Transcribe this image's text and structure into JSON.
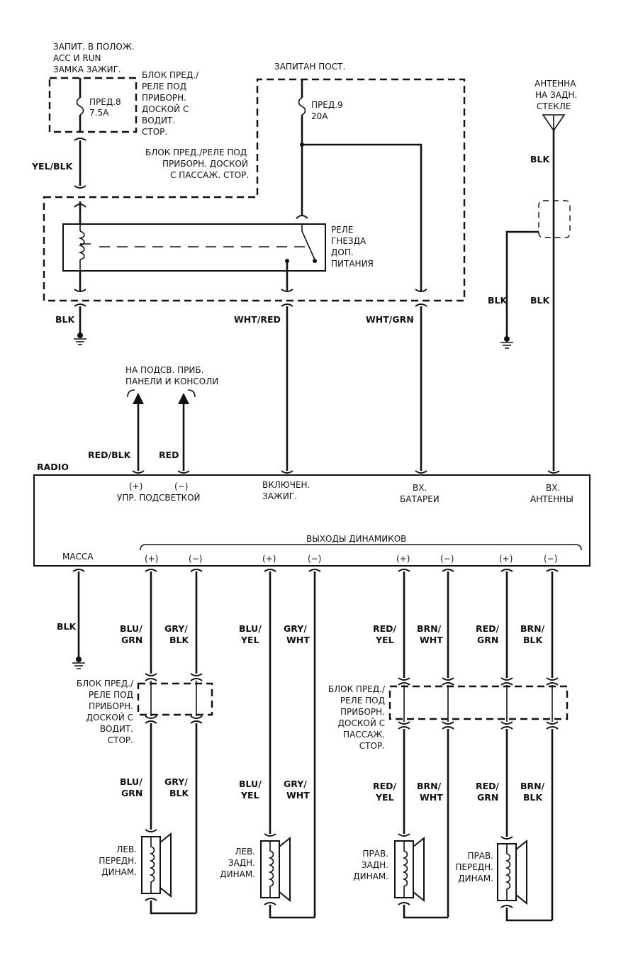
{
  "labels": {
    "top_left_power": [
      "ЗАПИТ. В ПОЛОЖ.",
      "ACC И RUN",
      "ЗАМКА ЗАЖИГ."
    ],
    "fuse8": [
      "ПРЕД.8",
      "7.5A"
    ],
    "fuse_box_driver_top": [
      "БЛОК ПРЕД./",
      "РЕЛЕ ПОД",
      "ПРИБОРН.",
      "ДОСКОЙ С",
      "ВОДИТ.",
      "СТОР."
    ],
    "constant_power": "ЗАПИТАН ПОСТ.",
    "fuse9": [
      "ПРЕД.9",
      "20A"
    ],
    "fuse_box_pass_top": [
      "БЛОК ПРЕД./РЕЛЕ ПОД",
      "ПРИБОРН. ДОСКОЙ",
      "С ПАССАЖ. СТОР."
    ],
    "relay": [
      "РЕЛЕ",
      "ГНЕЗДА",
      "ДОП.",
      "ПИТАНИЯ"
    ],
    "antenna": [
      "АНТЕННА",
      "НА ЗАДН.",
      "СТЕКЛЕ"
    ],
    "illumination": [
      "НА ПОДСВ. ПРИБ.",
      "ПАНЕЛИ И КОНСОЛИ"
    ],
    "radio_title": "RADIO",
    "plus": "(+)",
    "minus": "(−)",
    "illum_control": "УПР. ПОДСВЕТКОЙ",
    "ignition_on": [
      "ВКЛЮЧЕН.",
      "ЗАЖИГ."
    ],
    "battery_in": [
      "ВХ.",
      "БАТАРЕИ"
    ],
    "antenna_in": [
      "ВХ.",
      "АНТЕННЫ"
    ],
    "speaker_outputs": "ВЫХОДЫ ДИНАМИКОВ",
    "ground": "МАССА",
    "fuse_box_driver_bottom": [
      "БЛОК ПРЕД./",
      "РЕЛЕ ПОД",
      "ПРИБОРН.",
      "ДОСКОЙ С",
      "ВОДИТ.",
      "СТОР."
    ],
    "fuse_box_pass_bottom": [
      "БЛОК ПРЕД./",
      "РЕЛЕ ПОД",
      "ПРИБОРН.",
      "ДОСКОЙ С",
      "ПАССАЖ.",
      "СТОР."
    ],
    "spk_lf": [
      "ЛЕВ.",
      "ПЕРЕДН.",
      "ДИНАМ."
    ],
    "spk_lr": [
      "ЛЕВ.",
      "ЗАДН.",
      "ДИНАМ."
    ],
    "spk_rr": [
      "ПРАВ.",
      "ЗАДН.",
      "ДИНАМ."
    ],
    "spk_rf": [
      "ПРАВ.",
      "ПЕРЕДН.",
      "ДИНАМ."
    ]
  },
  "wires": {
    "yel_blk": "YEL/BLK",
    "blk_relay_ground": "BLK",
    "wht_red": "WHT/RED",
    "wht_grn": "WHT/GRN",
    "blk_antenna_top": "BLK",
    "blk_antenna_ground": "BLK",
    "blk_antenna": "BLK",
    "red_blk": "RED/BLK",
    "red": "RED",
    "blk_radio_ground": "BLK",
    "lf_plus": [
      "BLU/",
      "GRN"
    ],
    "lf_minus": [
      "GRY/",
      "BLK"
    ],
    "lr_plus": [
      "BLU/",
      "YEL"
    ],
    "lr_minus": [
      "GRY/",
      "WHT"
    ],
    "rr_plus": [
      "RED/",
      "YEL"
    ],
    "rr_minus": [
      "BRN/",
      "WHT"
    ],
    "rf_plus": [
      "RED/",
      "GRN"
    ],
    "rf_minus": [
      "BRN/",
      "BLK"
    ]
  }
}
